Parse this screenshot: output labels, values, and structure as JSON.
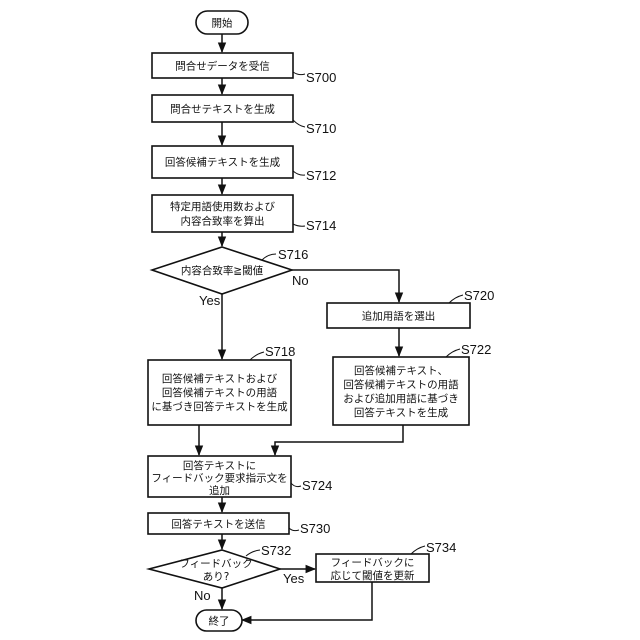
{
  "nodes": {
    "start": {
      "text": [
        "開始"
      ]
    },
    "s700": {
      "text": [
        "問合せデータを受信"
      ],
      "label": "S700"
    },
    "s710": {
      "text": [
        "問合せテキストを生成"
      ],
      "label": "S710"
    },
    "s712": {
      "text": [
        "回答候補テキストを生成"
      ],
      "label": "S712"
    },
    "s714": {
      "text": [
        "特定用語使用数および",
        "内容合致率を算出"
      ],
      "label": "S714"
    },
    "s716": {
      "text": [
        "内容合致率≧閾値"
      ],
      "label": "S716"
    },
    "s720": {
      "text": [
        "追加用語を選出"
      ],
      "label": "S720"
    },
    "s718": {
      "text": [
        "回答候補テキストおよび",
        "回答候補テキストの用語",
        "に基づき回答テキストを生成"
      ],
      "label": "S718"
    },
    "s722": {
      "text": [
        "回答候補テキスト、",
        "回答候補テキストの用語",
        "および追加用語に基づき",
        "回答テキストを生成"
      ],
      "label": "S722"
    },
    "s724": {
      "text": [
        "回答テキストに",
        "フィードバック要求指示文を",
        "追加"
      ],
      "label": "S724"
    },
    "s730": {
      "text": [
        "回答テキストを送信"
      ],
      "label": "S730"
    },
    "s732": {
      "text": [
        "フィードバック",
        "あり?"
      ],
      "label": "S732"
    },
    "s734": {
      "text": [
        "フィードバックに",
        "応じて閾値を更新"
      ],
      "label": "S734"
    },
    "end": {
      "text": [
        "終了"
      ]
    }
  },
  "branches": {
    "s716_yes": "Yes",
    "s716_no": "No",
    "s732_yes": "Yes",
    "s732_no": "No"
  }
}
